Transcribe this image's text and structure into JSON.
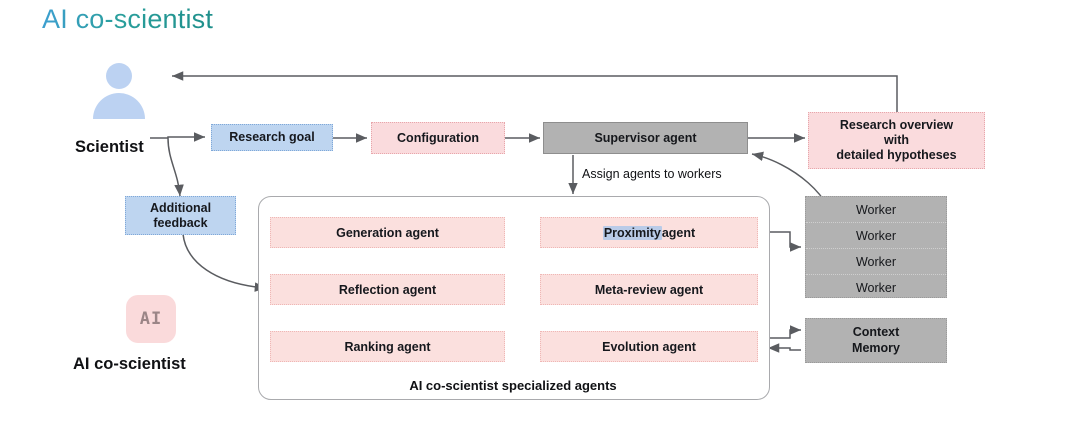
{
  "title": "AI co-scientist",
  "colors": {
    "title_gradient_start": "#3d9fd0",
    "title_gradient_end": "#1f8f8b",
    "blue_box_fill": "#bed5f0",
    "blue_box_border": "#7fa8d8",
    "pink_box_fill": "#fadbdd",
    "pink_box_border": "#e8a6ab",
    "gray_box_fill": "#b2b2b2",
    "arrow_gray": "#5a5c60",
    "arrow_red": "#c0392f",
    "highlight_blue": "#b9cbe8",
    "ai_chip_fill": "#fadadb",
    "avatar_blue": "#bcd2f2",
    "background": "#ffffff"
  },
  "actors": {
    "scientist_label": "Scientist",
    "ai_coscientist_label": "AI co-scientist",
    "ai_chip_text": "AI"
  },
  "flow": {
    "research_goal": "Research goal",
    "additional_feedback": "Additional\nfeedback",
    "additional_feedback_line1": "Additional",
    "additional_feedback_line2": "feedback",
    "configuration": "Configuration",
    "supervisor_agent": "Supervisor agent",
    "assign_label": "Assign agents to workers",
    "research_overview_line1": "Research overview",
    "research_overview_line2": "with",
    "research_overview_line3": "detailed hypotheses",
    "context_memory_line1": "Context",
    "context_memory_line2": "Memory"
  },
  "agents_panel": {
    "caption": "AI co-scientist specialized agents",
    "agents": [
      {
        "id": "generation",
        "label": "Generation agent",
        "col": "left",
        "row": 1
      },
      {
        "id": "proximity",
        "label_highlight": "Proximity",
        "label_rest": " agent",
        "col": "right",
        "row": 1
      },
      {
        "id": "reflection",
        "label": "Reflection agent",
        "col": "left",
        "row": 2
      },
      {
        "id": "meta-review",
        "label": "Meta-review agent",
        "col": "right",
        "row": 2
      },
      {
        "id": "ranking",
        "label": "Ranking agent",
        "col": "left",
        "row": 3
      },
      {
        "id": "evolution",
        "label": "Evolution agent",
        "col": "right",
        "row": 3
      }
    ]
  },
  "workers": {
    "items": [
      "Worker",
      "Worker",
      "Worker",
      "Worker"
    ]
  },
  "edges": [
    {
      "from": "scientist",
      "to": "research-goal",
      "style": "solid-arrow"
    },
    {
      "from": "scientist",
      "to": "additional-feedback",
      "style": "curved-arrow"
    },
    {
      "from": "research-goal",
      "to": "configuration",
      "style": "solid-arrow"
    },
    {
      "from": "configuration",
      "to": "supervisor-agent",
      "style": "solid-arrow"
    },
    {
      "from": "supervisor-agent",
      "to": "research-overview",
      "style": "solid-arrow"
    },
    {
      "from": "supervisor-agent",
      "to": "agents-panel",
      "style": "solid-arrow",
      "label": "Assign agents to workers"
    },
    {
      "from": "research-overview",
      "to": "scientist",
      "style": "elbow-arrow"
    },
    {
      "from": "research-overview",
      "to": "supervisor-agent",
      "style": "curved-arrow"
    },
    {
      "from": "additional-feedback",
      "to": "reflection-agent",
      "style": "curved-arrow"
    },
    {
      "from": "agents-panel",
      "to": "workers",
      "style": "solid-arrow"
    },
    {
      "from": "agents-panel",
      "to": "context-memory",
      "style": "bidirectional"
    },
    {
      "from": "generation",
      "to": "proximity",
      "style": "bidirectional"
    },
    {
      "from": "reflection",
      "to": "meta-review",
      "style": "bidirectional"
    },
    {
      "from": "ranking",
      "to": "evolution",
      "style": "bidirectional"
    },
    {
      "from": "generation",
      "to": "reflection",
      "style": "down-arrow"
    },
    {
      "from": "reflection",
      "to": "ranking",
      "style": "down-arrow"
    },
    {
      "from": "proximity",
      "to": "meta-review",
      "style": "down-arrow"
    },
    {
      "from": "meta-review",
      "to": "generation",
      "style": "diagonal-arrow"
    },
    {
      "from": "ranking",
      "to": "meta-review",
      "style": "diagonal-cross"
    },
    {
      "from": "evolution",
      "to": "reflection",
      "style": "diagonal-cross"
    }
  ]
}
